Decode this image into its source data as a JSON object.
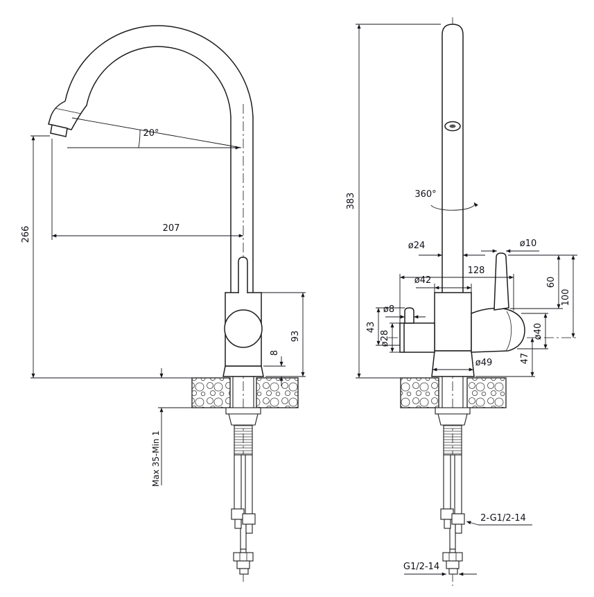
{
  "title": "Kitchen faucet dimensional drawing (two views)",
  "colors": {
    "line": "#1c1c1c",
    "dimension": "#14141c",
    "background": "#ffffff"
  },
  "side_view": {
    "dims": {
      "spout_angle": "20°",
      "spout_reach": "207",
      "outlet_height": "266",
      "body_height": "93",
      "base_step": "8",
      "deck_range": "Max 35-Min 1"
    }
  },
  "front_view": {
    "dims": {
      "total_height": "383",
      "swivel_angle": "360°",
      "column_dia": "ø24",
      "lever_dia": "ø10",
      "overall_width": "128",
      "lever_length": "60",
      "handle_rise": "100",
      "body_dia": "ø42",
      "side_knob_dia": "ø8",
      "side_body_dia": "ø28",
      "side_height": "43",
      "handle_base_dia": "ø40",
      "base_dia": "ø49",
      "base_height": "47",
      "hoses_thread": "2-G1/2-14",
      "shank_thread": "G1/2-14"
    }
  }
}
